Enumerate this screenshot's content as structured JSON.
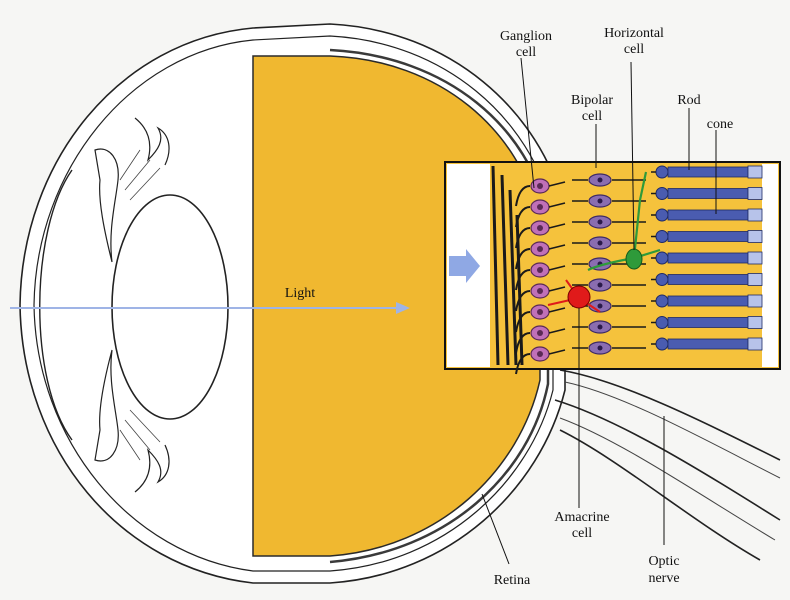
{
  "labels": {
    "ganglion_1": "Ganglion",
    "ganglion_2": "cell",
    "horizontal_1": "Horizontal",
    "horizontal_2": "cell",
    "bipolar_1": "Bipolar",
    "bipolar_2": "cell",
    "rod": "Rod",
    "cone": "cone",
    "light": "Light",
    "amacrine_1": "Amacrine",
    "amacrine_2": "cell",
    "optic_1": "Optic",
    "optic_2": "nerve",
    "retina": "Retina"
  },
  "colors": {
    "vitreous": "#f0b830",
    "inset_bg": "#f5c23c",
    "ganglion": "#c070b8",
    "bipolar": "#8a6db0",
    "photoreceptor": "#4a5cb0",
    "horizontal": "#2e9a3a",
    "amacrine": "#e01a1a",
    "light_ray": "#9fb4e6"
  }
}
